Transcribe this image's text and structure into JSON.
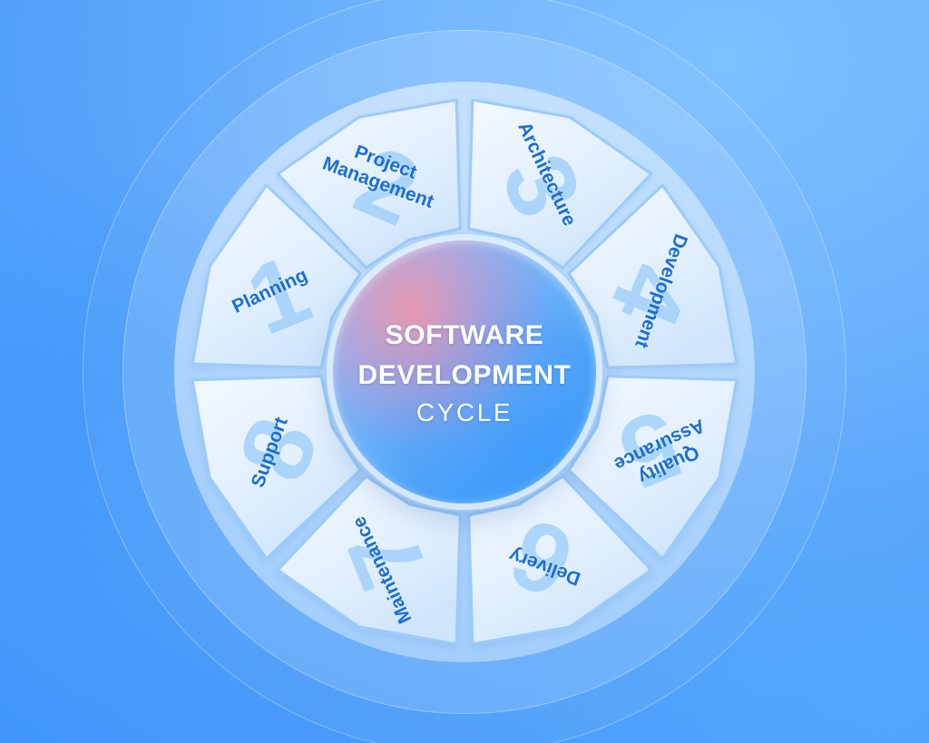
{
  "title": "Software Development Cycle Diagram",
  "colors": {
    "background_top": "#6fb4fd",
    "background_deep": "#3f96fa",
    "segment_fill_light": "#eaf4fe",
    "segment_fill_dark": "#cfe6fc",
    "segment_stroke": "#9ccbfa",
    "label_text": "#1a6ed4",
    "number_ghost": "#96cbfa",
    "center_text": "#ffffff",
    "center_pink": "#f2969a",
    "center_blue": "#3d9bf8"
  },
  "center": {
    "line1": "SOFTWARE",
    "line2": "DEVELOPMENT",
    "line3": "CYCLE"
  },
  "wheel": {
    "segment_count": 8,
    "start_angle_deg": -67.5,
    "segments": [
      {
        "number": "1",
        "label": "Planning",
        "lines": [
          "Planning"
        ],
        "angle": -67.5,
        "label_rotation": -25,
        "label_r": 232,
        "num_r": 222,
        "num_rot": -22
      },
      {
        "number": "2",
        "label": "Project Management",
        "lines": [
          "Project",
          "Management"
        ],
        "angle": -22.5,
        "label_rotation": 20,
        "label_r": 238,
        "num_r": 222,
        "num_rot": 23
      },
      {
        "number": "3",
        "label": "Architecture",
        "lines": [
          "Architecture"
        ],
        "angle": 22.5,
        "label_rotation": 65,
        "label_r": 236,
        "num_r": 222,
        "num_rot": 68
      },
      {
        "number": "4",
        "label": "Development",
        "lines": [
          "Development"
        ],
        "angle": 67.5,
        "label_rotation": 110,
        "label_r": 234,
        "num_r": 222,
        "num_rot": 113
      },
      {
        "number": "5",
        "label": "Quality Assurance",
        "lines": [
          "Quality",
          "Assurance"
        ],
        "angle": 112.5,
        "label_rotation": 155,
        "label_r": 238,
        "num_r": 222,
        "num_rot": 158
      },
      {
        "number": "6",
        "label": "Delivery",
        "lines": [
          "Delivery"
        ],
        "angle": 157.5,
        "label_rotation": 200,
        "label_r": 232,
        "num_r": 222,
        "num_rot": 203
      },
      {
        "number": "7",
        "label": "Maintenance",
        "lines": [
          "Maintenance"
        ],
        "angle": -157.5,
        "label_rotation": 245,
        "label_r": 236,
        "num_r": 222,
        "num_rot": 248
      },
      {
        "number": "8",
        "label": "Support",
        "lines": [
          "Support"
        ],
        "angle": -112.5,
        "label_rotation": 290,
        "label_r": 232,
        "num_r": 222,
        "num_rot": 293
      }
    ]
  }
}
